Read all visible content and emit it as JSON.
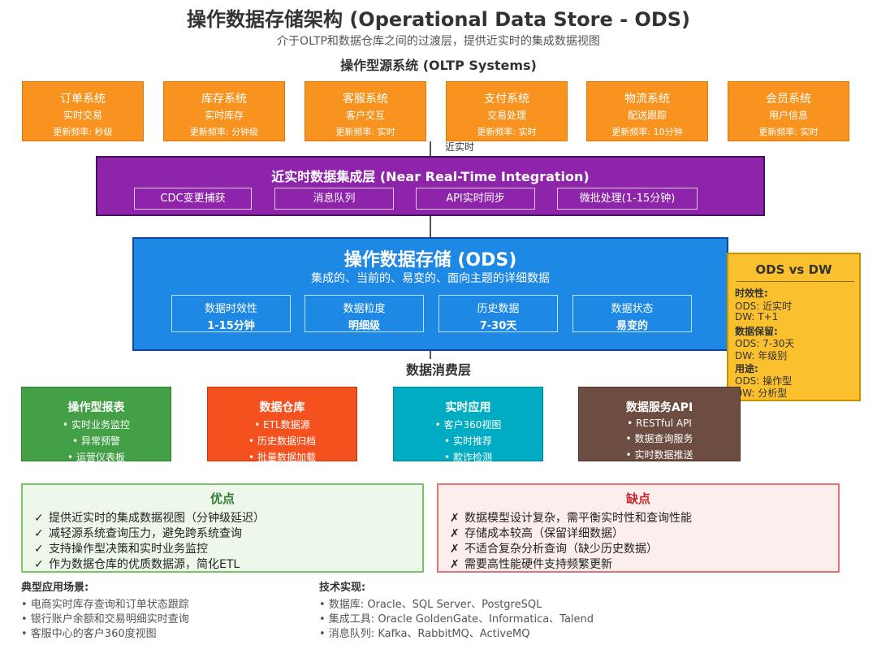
{
  "header": {
    "title": "操作数据存储架构 (Operational Data Store - ODS)",
    "subtitle": "介于OLTP和数据仓库之间的过渡层，提供近实时的集成数据视图"
  },
  "sources": {
    "title": "操作型源系统 (OLTP Systems)",
    "items": [
      {
        "name": "订单系统",
        "desc": "实时交易",
        "freq": "更新频率: 秒级"
      },
      {
        "name": "库存系统",
        "desc": "实时库存",
        "freq": "更新频率: 分钟级"
      },
      {
        "name": "客服系统",
        "desc": "客户交互",
        "freq": "更新频率: 实时"
      },
      {
        "name": "支付系统",
        "desc": "交易处理",
        "freq": "更新频率: 实时"
      },
      {
        "name": "物流系统",
        "desc": "配送跟踪",
        "freq": "更新频率: 10分钟"
      },
      {
        "name": "会员系统",
        "desc": "用户信息",
        "freq": "更新频率: 实时"
      }
    ]
  },
  "near_label": "近实时",
  "integration": {
    "title": "近实时数据集成层 (Near Real-Time Integration)",
    "items": [
      "CDC变更捕获",
      "消息队列",
      "API实时同步",
      "微批处理(1-15分钟)"
    ]
  },
  "ods": {
    "title": "操作数据存储 (ODS)",
    "subtitle": "集成的、当前的、易变的、面向主题的详细数据",
    "items": [
      {
        "label": "数据时效性",
        "value": "1-15分钟"
      },
      {
        "label": "数据粒度",
        "value": "明细级"
      },
      {
        "label": "历史数据",
        "value": "7-30天"
      },
      {
        "label": "数据状态",
        "value": "易变的"
      }
    ]
  },
  "compare": {
    "title": "ODS vs DW",
    "timeliness_h": "时效性:",
    "timeliness_1": "ODS: 近实时",
    "timeliness_2": "DW: T+1",
    "retention_h": "数据保留:",
    "retention_1": "ODS: 7-30天",
    "retention_2": "DW: 年级别",
    "usage_h": "用途:",
    "usage_1": "ODS: 操作型",
    "usage_2": "DW: 分析型"
  },
  "consumers": {
    "title": "数据消费层",
    "items": [
      {
        "title": "操作型报表",
        "lines": [
          "• 实时业务监控",
          "• 异常预警",
          "• 运营仪表板"
        ],
        "color": "#43a047"
      },
      {
        "title": "数据仓库",
        "lines": [
          "• ETL数据源",
          "• 历史数据归档",
          "• 批量数据加载"
        ],
        "color": "#f4511e"
      },
      {
        "title": "实时应用",
        "lines": [
          "• 客户360视图",
          "• 实时推荐",
          "• 欺诈检测"
        ],
        "color": "#00acc1"
      },
      {
        "title": "数据服务API",
        "lines": [
          "• RESTful API",
          "• 数据查询服务",
          "• 实时数据推送"
        ],
        "color": "#6d4c41"
      }
    ]
  },
  "pros": {
    "title": "优点",
    "mark": "✓",
    "items": [
      "提供近实时的集成数据视图（分钟级延迟）",
      "减轻源系统查询压力，避免跨系统查询",
      "支持操作型决策和实时业务监控",
      "作为数据仓库的优质数据源，简化ETL"
    ]
  },
  "cons": {
    "title": "缺点",
    "mark": "✗",
    "items": [
      "数据模型设计复杂，需平衡实时性和查询性能",
      "存储成本较高（保留详细数据）",
      "不适合复杂分析查询（缺少历史数据）",
      "需要高性能硬件支持频繁更新"
    ]
  },
  "scenarios": {
    "title": "典型应用场景:",
    "items": [
      "• 电商实时库存查询和订单状态跟踪",
      "• 银行账户余额和交易明细实时查询",
      "• 客服中心的客户360度视图"
    ]
  },
  "tech": {
    "title": "技术实现:",
    "items": [
      "• 数据库: Oracle、SQL Server、PostgreSQL",
      "• 集成工具: Oracle GoldenGate、Informatica、Talend",
      "• 消息队列: Kafka、RabbitMQ、ActiveMQ"
    ]
  },
  "colors": {
    "source": "#f7931e",
    "integration": "#8e24aa",
    "ods": "#1e88e5",
    "compare": "#fbc02d"
  }
}
